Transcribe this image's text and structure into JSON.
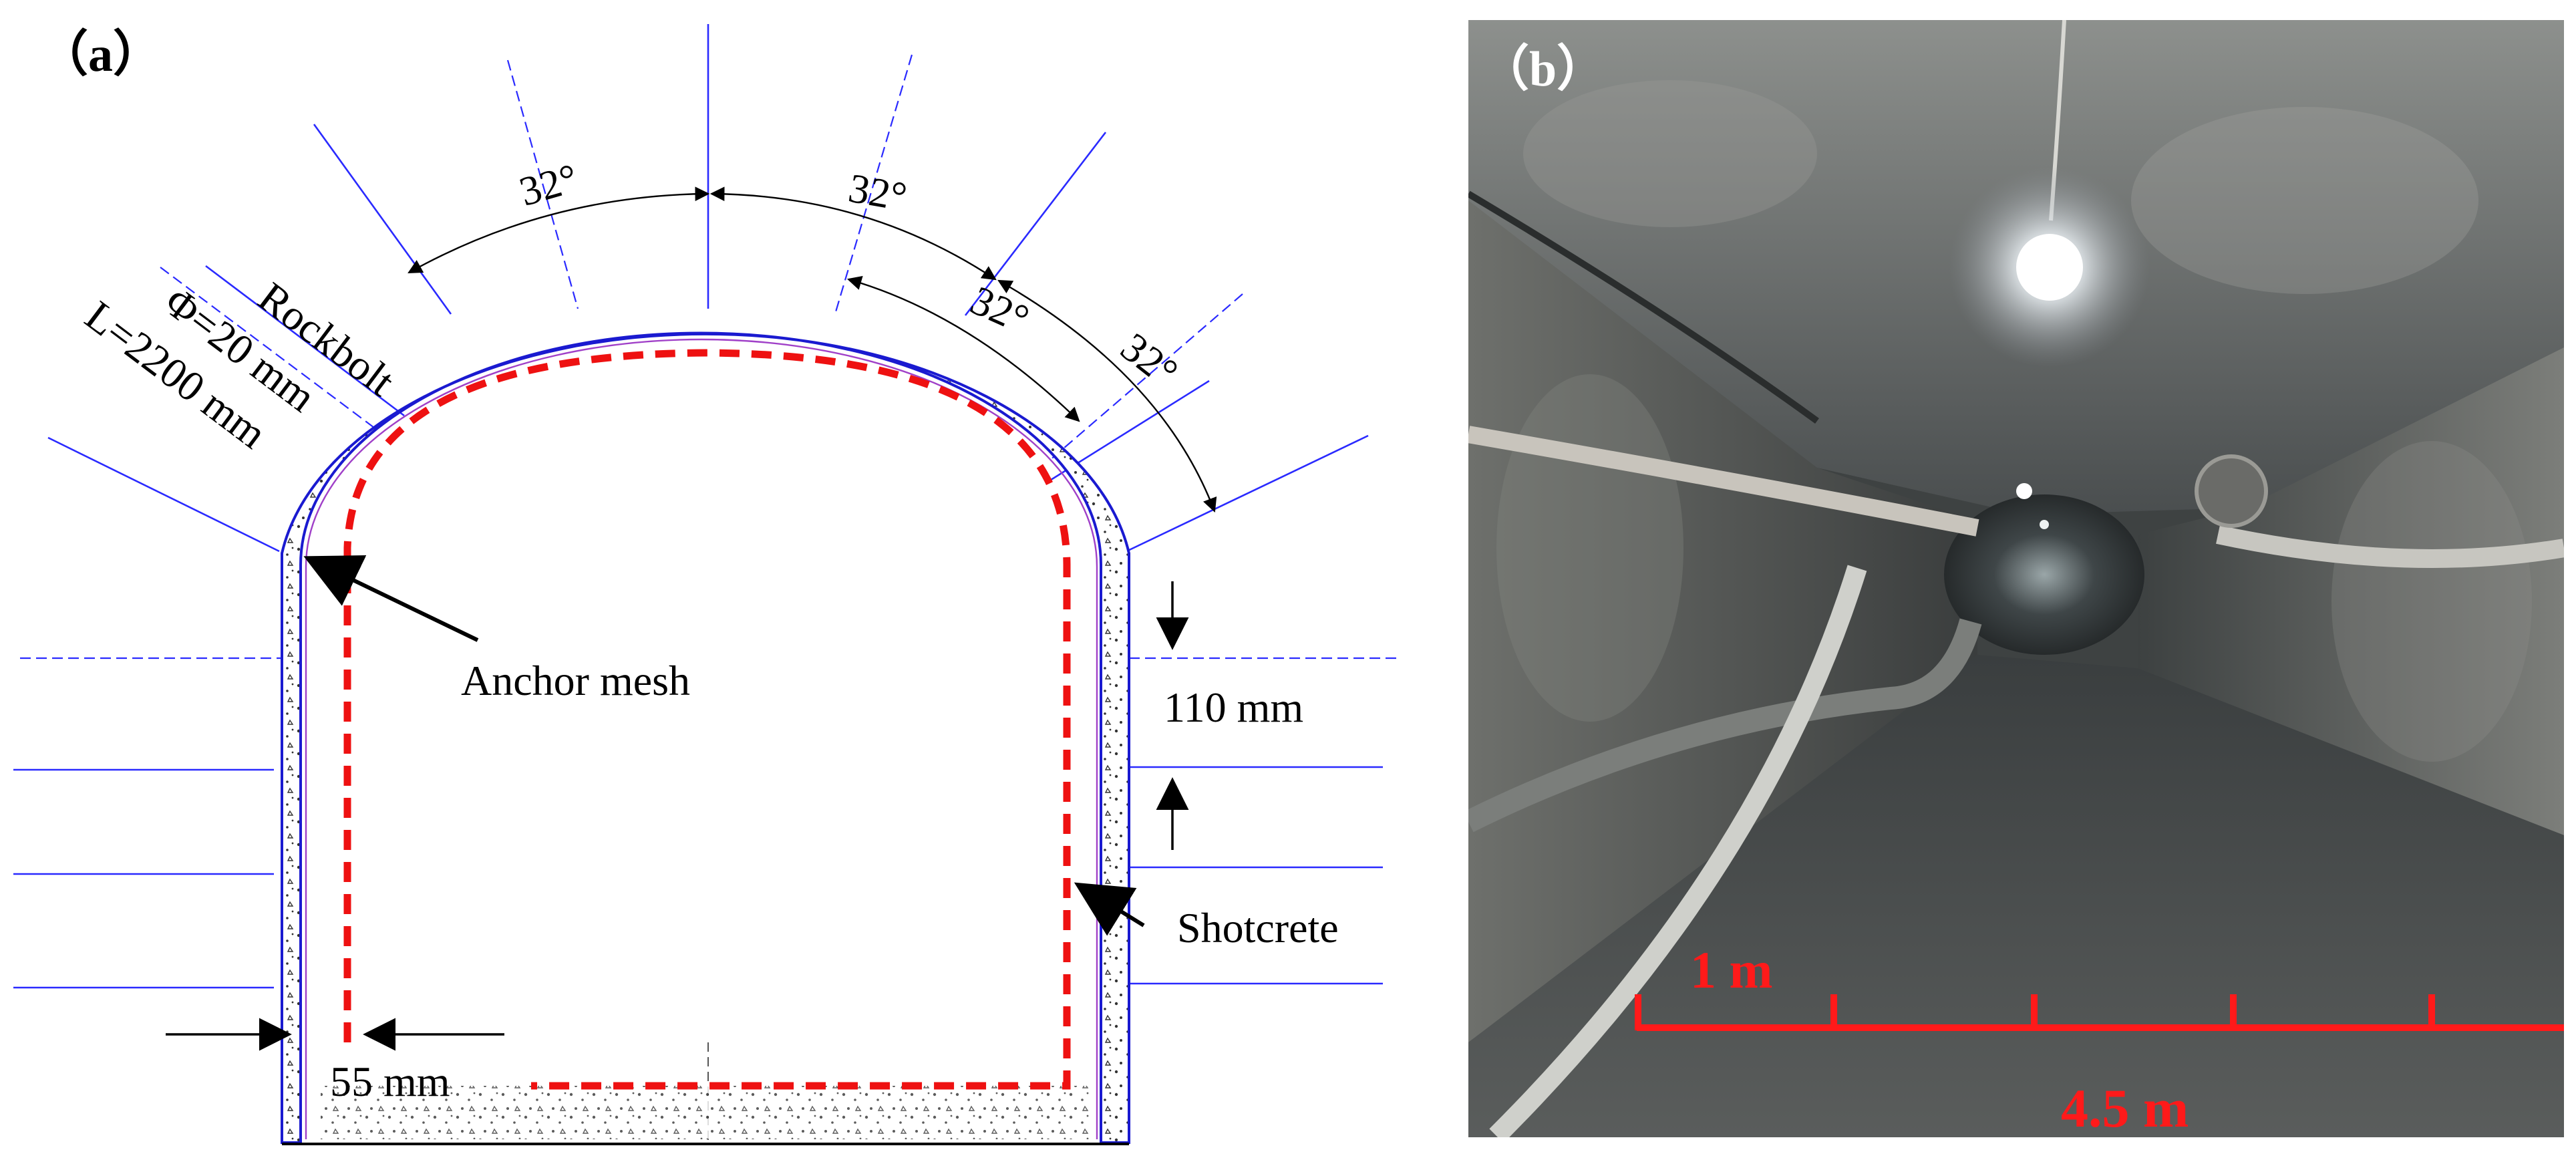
{
  "panel_a": {
    "label": "（a）",
    "angles": [
      "32°",
      "32°",
      "32°",
      "32°"
    ],
    "rockbolt": {
      "name": "Rockbolt",
      "diameter": "Φ=20 mm",
      "length": "L=2200 mm"
    },
    "callouts": {
      "anchor_mesh": "Anchor mesh",
      "shotcrete": "Shotcrete",
      "spacing": "110 mm",
      "thickness": "55 mm"
    }
  },
  "panel_b": {
    "label": "（b）",
    "scale_small": "1 m",
    "scale_large": "4.5 m"
  },
  "colors": {
    "bolt_line": "#2a2aff",
    "liner_outline": "#1a1ad0",
    "inner_line": "#a040c8",
    "dashed_boundary": "#ee1111",
    "scale_bar": "#ff1a1a"
  }
}
